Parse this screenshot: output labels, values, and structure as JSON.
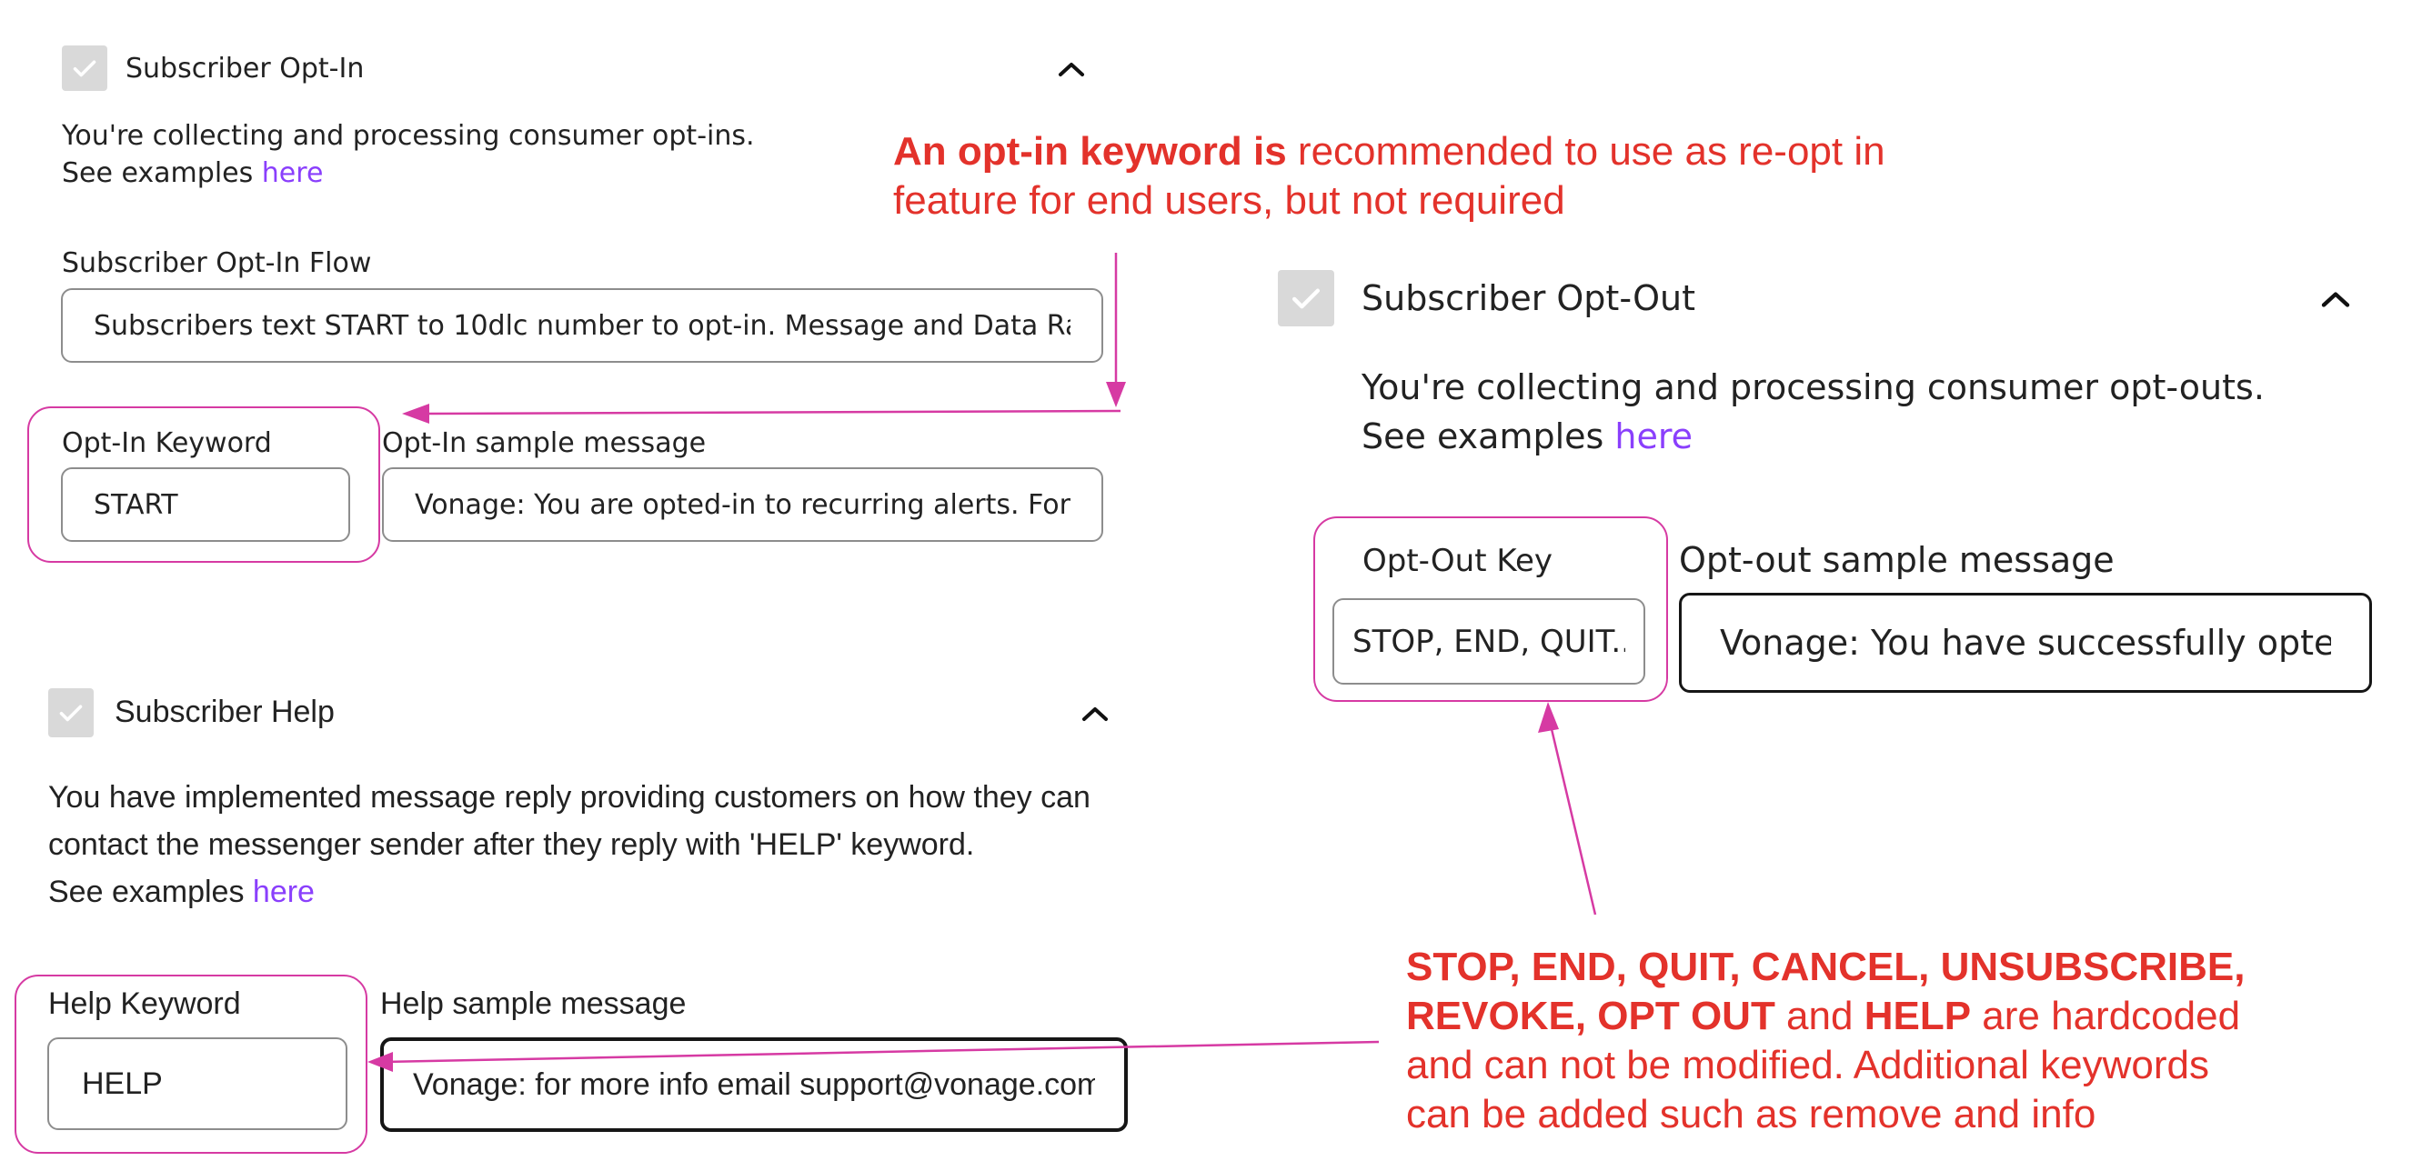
{
  "optin": {
    "title": "Subscriber Opt-In",
    "desc": "You're collecting and processing consumer opt-ins.",
    "examples_prefix": "See examples ",
    "examples_link": "here",
    "flow_label": "Subscriber Opt-In Flow",
    "flow_value": "Subscribers text START to 10dlc number to opt-in. Message and Data Rates",
    "keyword_label": "Opt-In Keyword",
    "keyword_value": "START",
    "sample_label": "Opt-In sample message",
    "sample_value": "Vonage: You are opted-in to recurring alerts. For he"
  },
  "optout": {
    "title": "Subscriber Opt-Out",
    "desc": "You're collecting and processing consumer opt-outs.",
    "examples_prefix": "See examples ",
    "examples_link": "here",
    "keyword_label": "Opt-Out Key",
    "keyword_value": "STOP, END, QUIT...",
    "sample_label": "Opt-out sample message",
    "sample_value": "Vonage: You have successfully optec"
  },
  "help": {
    "title": "Subscriber Help",
    "desc_line1": "You have implemented message reply providing customers on how they can",
    "desc_line2": "contact the messenger sender after they reply with 'HELP' keyword.",
    "examples_prefix": "See examples ",
    "examples_link": "here",
    "keyword_label": "Help Keyword",
    "keyword_value": "HELP",
    "sample_label": "Help sample message",
    "sample_value": "Vonage: for more info email support@vonage.com"
  },
  "annotations": {
    "optin_bold": "An opt-in keyword is",
    "optin_rest1": " recommended to use as re-opt in",
    "optin_line2": "feature for end users, but not required",
    "kw_bold1": "STOP, END, QUIT, CANCEL, UNSUBSCRIBE,",
    "kw_bold2": "REVOKE, OPT OUT",
    "kw_and": " and ",
    "kw_bold3": "HELP",
    "kw_rest2": " are hardcoded",
    "kw_line3": "and can not be modified. Additional keywords",
    "kw_line4": "can be added such as remove and info"
  },
  "icons": {
    "checkbox": "checkmark-icon",
    "collapse": "chevron-up-icon"
  },
  "colors": {
    "annotation_red": "#e3322b",
    "highlight_pink": "#d63aa3",
    "link_purple": "#8a3ffc",
    "checkbox_gray": "#d9d9d9"
  }
}
